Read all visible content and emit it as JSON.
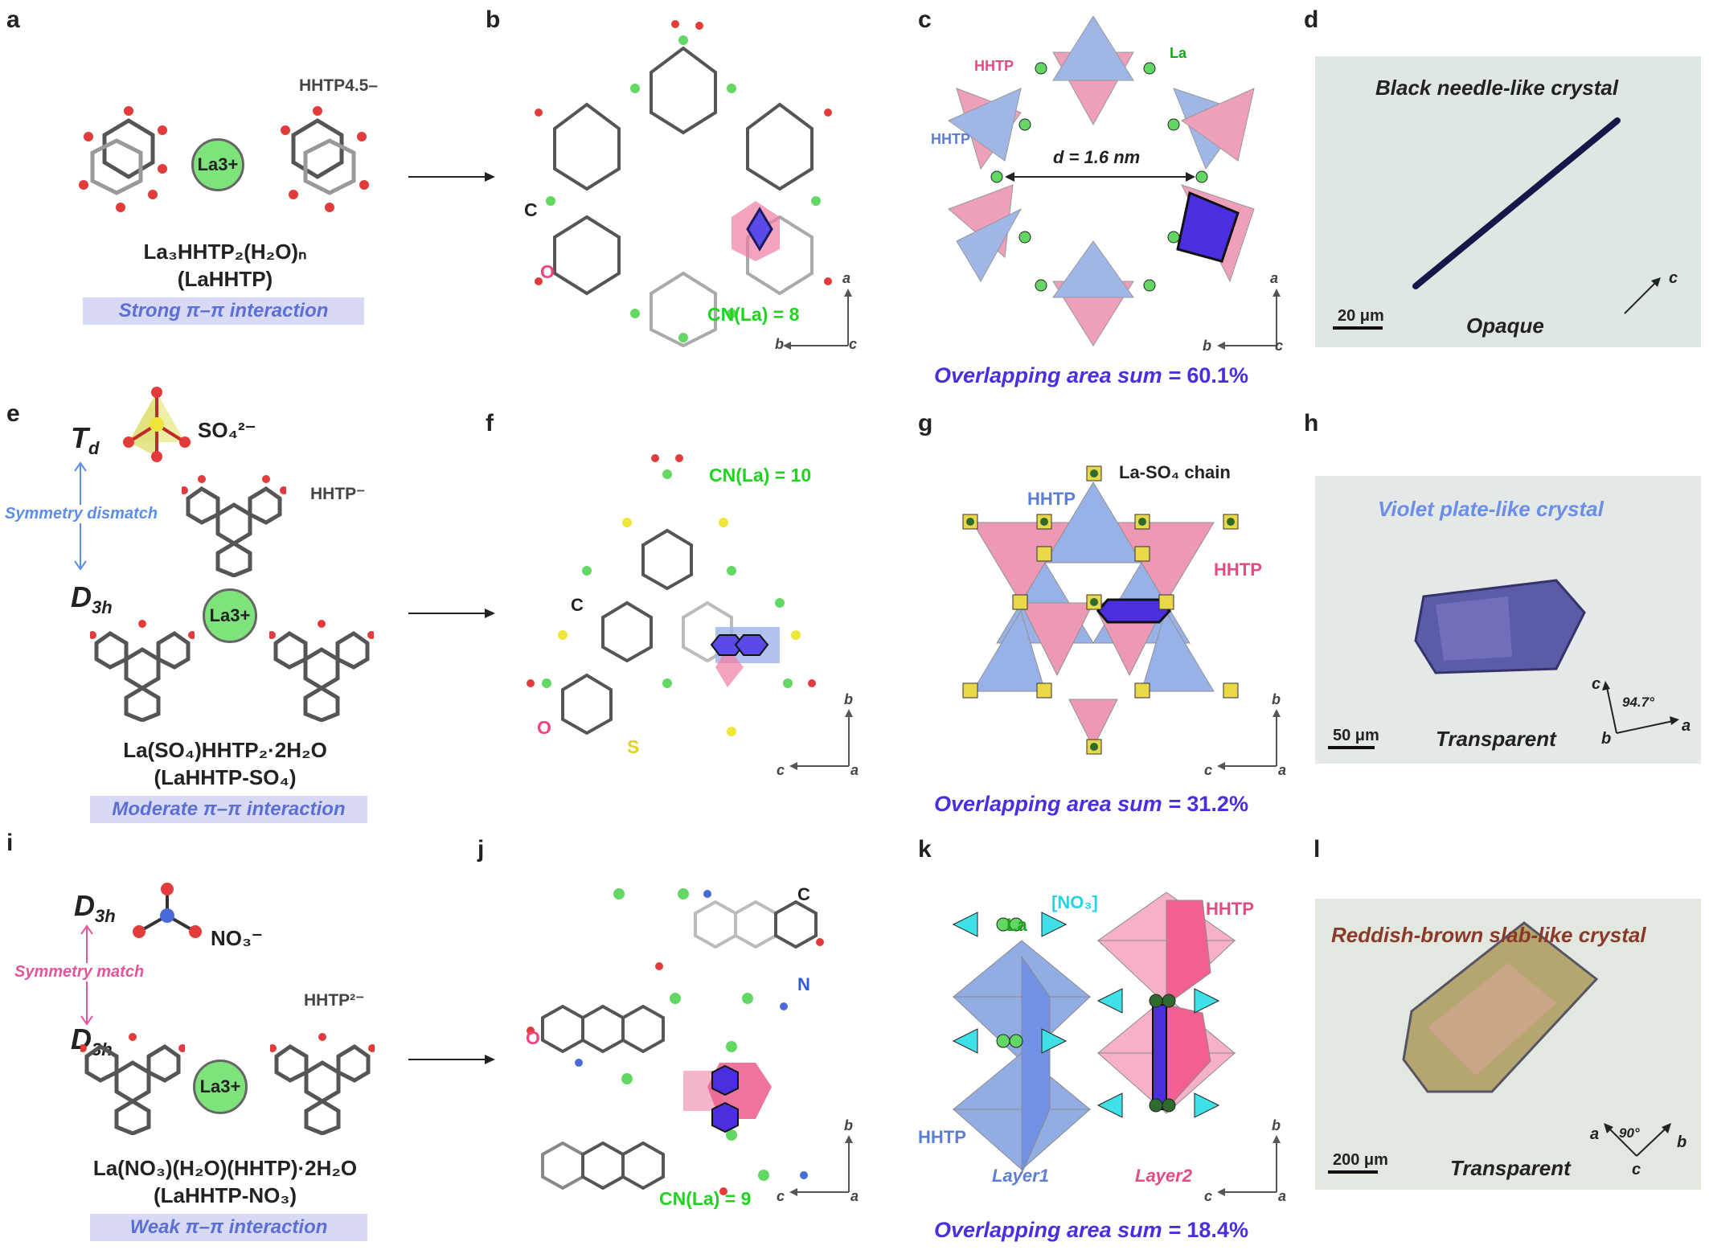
{
  "panels": {
    "a": {
      "label": "a",
      "ligand_charge": "HHTP4.5–",
      "metal": "La3+",
      "formula": "La₃HHTP₂(H₂O)ₙ",
      "abbr": "(LaHHTP)",
      "interaction": "Strong π–π interaction"
    },
    "b": {
      "label": "b",
      "atom_c": "C",
      "atom_o": "O",
      "cn": "CN(La) = 8",
      "axis": {
        "up": "a",
        "left": "b",
        "origin": "c"
      }
    },
    "c": {
      "label": "c",
      "hhtp_pink": "HHTP",
      "hhtp_blue": "HHTP",
      "la": "La",
      "distance": "d = 1.6 nm",
      "axis": {
        "up": "a",
        "left": "b",
        "origin": "c"
      },
      "overlap_label": "Overlapping area sum =",
      "overlap_value": "60.1%"
    },
    "d": {
      "label": "d",
      "title": "Black needle-like crystal",
      "scale": "20 μm",
      "axis_c": "c",
      "opacity": "Opaque"
    },
    "e": {
      "label": "e",
      "td": "T",
      "td_sub": "d",
      "anion": "SO₄²⁻",
      "dismatch": "Symmetry dismatch",
      "d3h": "D",
      "d3h_sub": "3h",
      "ligand_charge": "HHTP⁻",
      "metal": "La3+",
      "formula": "La(SO₄)HHTP₂·2H₂O",
      "abbr": "(LaHHTP-SO₄)",
      "interaction": "Moderate π–π interaction"
    },
    "f": {
      "label": "f",
      "cn": "CN(La) = 10",
      "atom_c": "C",
      "atom_o": "O",
      "atom_s": "S",
      "axis": {
        "up": "b",
        "left": "c",
        "origin": "a"
      }
    },
    "g": {
      "label": "g",
      "chain": "La-SO₄ chain",
      "hhtp_blue": "HHTP",
      "hhtp_pink": "HHTP",
      "axis": {
        "up": "b",
        "left": "c",
        "origin": "a"
      },
      "overlap_label": "Overlapping area sum =",
      "overlap_value": "31.2%"
    },
    "h": {
      "label": "h",
      "title": "Violet plate-like crystal",
      "scale": "50 μm",
      "opacity": "Transparent",
      "angle": "94.7°",
      "axis_c": "c",
      "axis_b": "b",
      "axis_a": "a"
    },
    "i": {
      "label": "i",
      "d3h_top": "D",
      "d3h_sub": "3h",
      "anion": "NO₃⁻",
      "match": "Symmetry match",
      "d3h_bottom": "D",
      "ligand_charge": "HHTP²⁻",
      "metal": "La3+",
      "formula": "La(NO₃)(H₂O)(HHTP)·2H₂O",
      "abbr": "(LaHHTP-NO₃)",
      "interaction": "Weak π–π interaction"
    },
    "j": {
      "label": "j",
      "atom_c": "C",
      "atom_n": "N",
      "atom_o": "O",
      "cn": "CN(La) = 9",
      "axis": {
        "up": "b",
        "left": "c",
        "origin": "a"
      }
    },
    "k": {
      "label": "k",
      "no3": "[NO₃]",
      "la": "La",
      "hhtp_pink": "HHTP",
      "hhtp_blue": "HHTP",
      "layer1": "Layer1",
      "layer2": "Layer2",
      "axis": {
        "up": "b",
        "left": "c",
        "origin": "a"
      },
      "overlap_label": "Overlapping area sum =",
      "overlap_value": "18.4%"
    },
    "l": {
      "label": "l",
      "title": "Reddish-brown slab-like crystal",
      "scale": "200 μm",
      "opacity": "Transparent",
      "angle": "90°",
      "axis_a": "a",
      "axis_b": "b",
      "axis_c": "c"
    }
  },
  "colors": {
    "pink": "#e97fa3",
    "blue": "#7f9ee0",
    "violet": "#4a2ee0",
    "la_green": "#7de37a",
    "band": "#d7d9f5",
    "microscope": "#dfe7e2"
  }
}
